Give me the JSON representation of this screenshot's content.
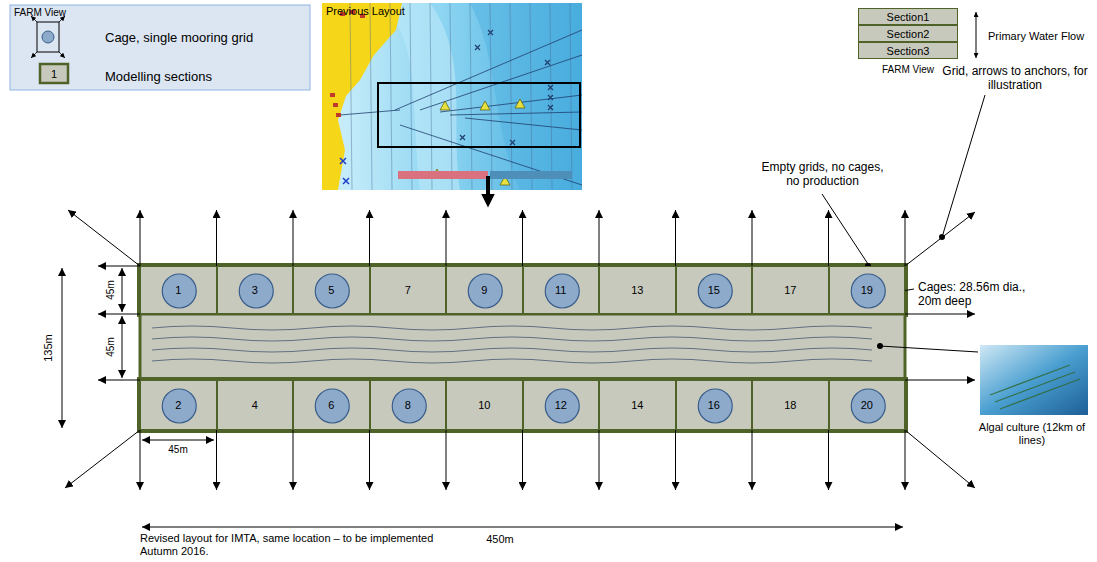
{
  "diagram": {
    "nodes": [
      {
        "text": [
          "Section1"
        ]
      },
      {
        "text": [
          "Section2"
        ]
      },
      {
        "text": [
          "Section3"
        ]
      },
      {
        "text": [
          "1"
        ]
      },
      {
        "text": [
          "3"
        ]
      },
      {
        "text": [
          "5"
        ]
      },
      {
        "text": [
          "7"
        ]
      },
      {
        "text": [
          "9"
        ]
      },
      {
        "text": [
          "11"
        ]
      },
      {
        "text": [
          "13"
        ]
      },
      {
        "text": [
          "15"
        ]
      },
      {
        "text": [
          "17"
        ]
      },
      {
        "text": [
          "19"
        ]
      },
      {
        "text": [
          "2"
        ]
      },
      {
        "text": [
          "4"
        ]
      },
      {
        "text": [
          "6"
        ]
      },
      {
        "text": [
          "8"
        ]
      },
      {
        "text": [
          "10"
        ]
      },
      {
        "text": [
          "12"
        ]
      },
      {
        "text": [
          "14"
        ]
      },
      {
        "text": [
          "16"
        ]
      },
      {
        "text": [
          "18"
        ]
      },
      {
        "text": [
          "20"
        ]
      }
    ],
    "labels": [
      "FARM View",
      "1",
      "Previous Layout",
      "FARM View",
      "Primary Water Flow",
      "Grid, arrows to anchors, for illustration",
      "Empty grids, no cages, no production",
      "Cages: 28.56m dia., 20m deep",
      "Algal culture (12km of lines)",
      "45m",
      "45m",
      "135m",
      "45m",
      "450m",
      "Revised layout for IMTA, same location – to be implemented Autumn 2016."
    ],
    "legend": [
      {
        "text": "Cage, single mooring grid"
      },
      {
        "text": "Modelling sections"
      }
    ]
  }
}
